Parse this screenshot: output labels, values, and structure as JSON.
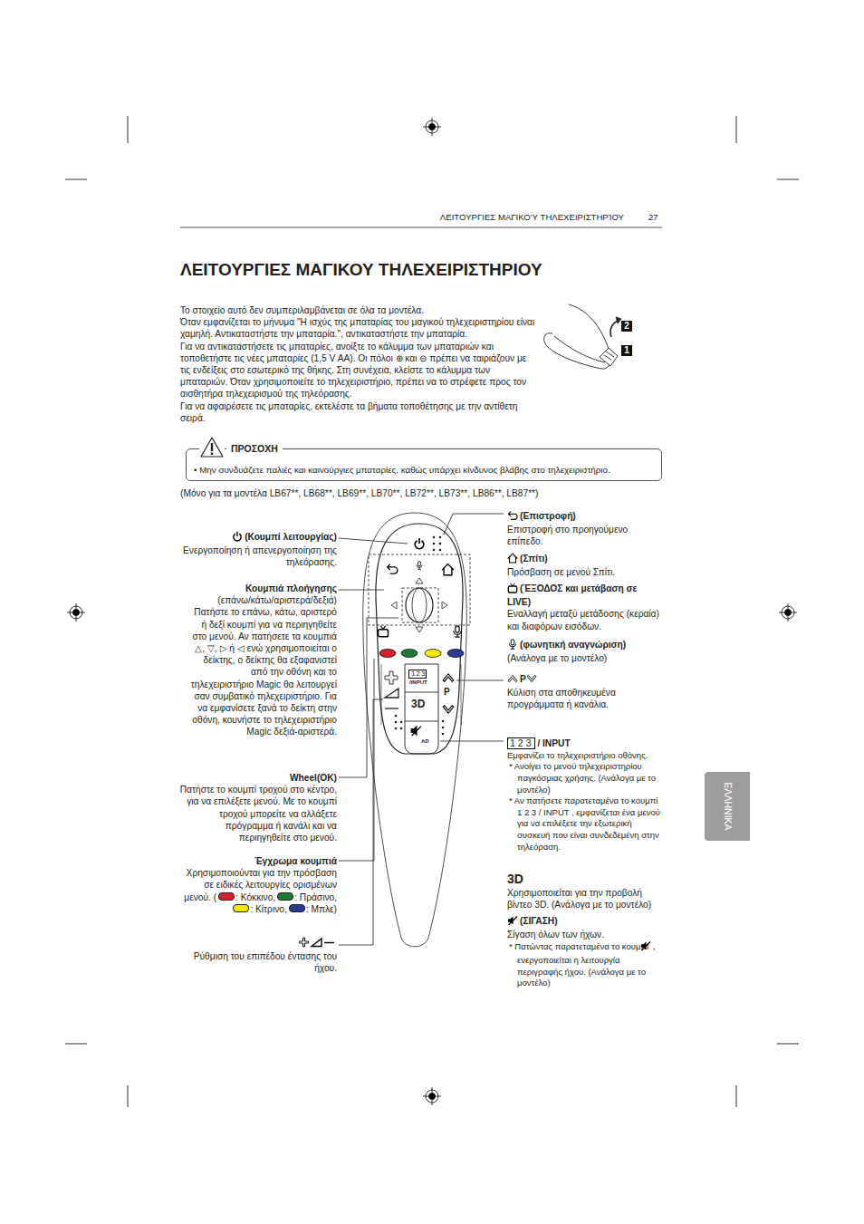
{
  "diagram": {
    "title": "ΛΕΙΤΟΥΡΓΙΕΣ ΜΑΓΙΚΟΥ ΤΗΛΕΧΕΙΡΙΣΤΗΡΙΟΥ",
    "nodes": [
      {
        "text": [
          "ΠΡΟΣΟΧΗ",
          "• Μην συνδυάζετε παλιές και καινούργιες μπαταρίες, καθώς υπάρχει κίνδυνος βλάβης στο τηλεχειριστήριο."
        ]
      },
      {
        "text": [
          "ΕΛΛΗΝΙΚΑ"
        ]
      }
    ],
    "labels": [
      "ΛΕΙΤΟΥΡΓΙΕΣ ΜΑΓΙΚΟΎ ΤΗΛΕΧΕΙΡΙΣΤΗΡΊΟΥ",
      "27",
      "Το στοιχείο αυτό δεν συμπεριλαμβάνεται σε όλα τα μοντέλα.",
      "Όταν εμφανίζεται το μήνυμα \"Η ισχύς της μπαταρίας του μαγικού τηλεχειριστηρίου είναι χαμηλή. Αντικαταστήστε την μπαταρία.\", αντικαταστήστε την μπαταρία.",
      "Για να αντικαταστήσετε τις μπαταρίες, ανοίξτε το κάλυμμα των μπαταριών και τοποθετήστε τις νέες μπαταρίες (1,5 V AA). Οι πόλοι ⊕ και ⊖ πρέπει να ταιριάζουν με τις ενδείξεις στο εσωτερικό της θήκης. Στη συνέχεια, κλείστε το κάλυμμα των μπαταριών. Όταν χρησιμοποιείτε το τηλεχειριστήριο, πρέπει να το στρέφετε προς τον αισθητήρα τηλεχειρισμού της τηλεόρασης.",
      "Για να αφαιρέσετε τις μπαταρίες, εκτελέστε τα βήματα τοποθέτησης με την αντίθετη σειρά.",
      "2",
      "1",
      "(Μόνο για τα μοντέλα LB67**, LB68**, LB69**, LB70**, LB72**, LB73**, LB86**, LB87**)",
      "(Κουμπί λειτουργίας)",
      "Ενεργοποίηση ή απενεργοποίηση της τηλεόρασης.",
      "Κουμπιά πλοήγησης",
      "(επάνω/κάτω/αριστερά/δεξιά)",
      "Πατήστε το επάνω, κάτω, αριστερό ή δεξί κουμπί για να περιηγηθείτε στο μενού. Αν πατήσετε τα κουμπιά △, ▽, ▷ ή ◁ ενώ χρησιμοποιείται ο δείκτης, ο δείκτης θα εξαφανιστεί από την οθόνη και το τηλεχειριστήριο Magic θα λειτουργεί σαν συμβατικό τηλεχειριστήριο. Για να εμφανίσετε ξανά το δείκτη στην οθόνη, κουνήστε το τηλεχειριστήριο Magic δεξιά-αριστερά.",
      "Wheel(OK)",
      "Πατήστε το κουμπί τροχού στο κέντρο, για να επιλέξετε μενού. Με το κουμπί τροχού μπορείτε να αλλάξετε πρόγραμμα ή κανάλι και να περιηγηθείτε στο μενού.",
      "Έγχρωμα κουμπιά",
      "Χρησιμοποιούνται για την πρόσβαση σε ειδικές λειτουργίες ορισμένων μενού. (",
      "Ρύθμιση του επιπέδου έντασης του ήχου.",
      "(Επιστροφή)",
      "Επιστροφή στο προηγούμενο επίπεδο.",
      "(Σπίτι)",
      "Πρόσβαση σε μενού Σπίτι.",
      "(ΈΞΟΔΟΣ και μετάβαση σε LIVE)",
      "Εναλλαγή μεταξύ μετάδοσης (κεραία) και διαφόρων εισόδων.",
      "(φωνητική αναγνώριση)",
      "(Ανάλογα με το μοντέλο)",
      "P",
      "Κύλιση στα αποθηκευμένα προγράμματα ή κανάλια.",
      "123",
      "/ INPUT",
      "Εμφανίζει το τηλεχειριστήριο οθόνης.",
      "* Ανοίγει το μενού τηλεχειριστηρίου παγκόσμιας χρήσης. (Ανάλογα με το μοντέλο)",
      "* Αν πατήσετε παρατεταμένα το κουμπί 1 2 3 / INPUT , εμφανίζεται ένα μενού για να επιλέξετε την εξωτερική συσκευή που είναι συνδεδεμένη στην τηλεόραση.",
      "3D",
      "Χρησιμοποιείται για την προβολή βίντεο 3D. (Ανάλογα με το μοντέλο)",
      "(ΣΙΓΑΣΗ)",
      "Σίγαση όλων των ήχων.",
      "* Πατώντας παρατεταμένα το κουμπί",
      ", ενεργοποιείται η λειτουργία περιγραφής ήχου. (Ανάλογα με το μοντέλο)",
      "123",
      "/INPUT",
      "3D",
      "P",
      "AD"
    ],
    "legend": [
      {
        "text": ": Κόκκινο,",
        "color": "#d2232a"
      },
      {
        "text": ": Πράσινο,",
        "color": "#1f7a38"
      },
      {
        "text": ": Κίτρινο,",
        "color": "#f2e500"
      },
      {
        "text": ": Μπλε)",
        "color": "#2b3a92"
      }
    ]
  }
}
